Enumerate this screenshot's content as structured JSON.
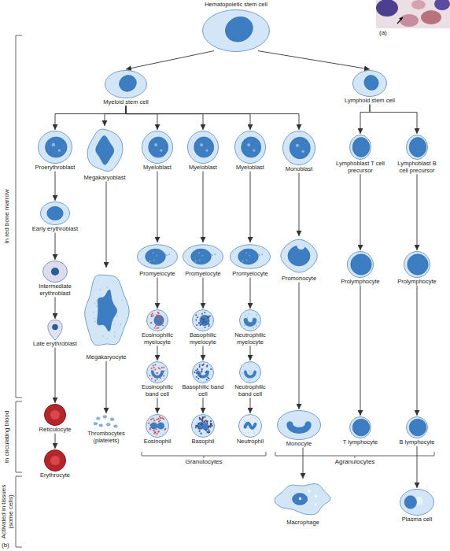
{
  "diagram": {
    "nodes": [
      {
        "text": [
          "Hematopoietic stem cell"
        ]
      },
      {
        "text": [
          "Myeloid stem cell"
        ]
      },
      {
        "text": [
          "Lymphoid stem cell"
        ]
      },
      {
        "text": [
          "Proerythroblast"
        ]
      },
      {
        "text": [
          "Megakaryoblast"
        ]
      },
      {
        "text": [
          "Myeloblast"
        ]
      },
      {
        "text": [
          "Myeloblast"
        ]
      },
      {
        "text": [
          "Myeloblast"
        ]
      },
      {
        "text": [
          "Monoblast"
        ]
      },
      {
        "text": [
          "Lymphoblast T cell precursor"
        ]
      },
      {
        "text": [
          "Lymphoblast B cell precursor"
        ]
      },
      {
        "text": [
          "Early erythroblast"
        ]
      },
      {
        "text": [
          "Intermediate erythroblast"
        ]
      },
      {
        "text": [
          "Late erythroblast"
        ]
      },
      {
        "text": [
          "Reticulocyte"
        ]
      },
      {
        "text": [
          "Erythrocyte"
        ]
      },
      {
        "text": [
          "Megakaryocyte"
        ]
      },
      {
        "text": [
          "Thrombocytes (platelets)"
        ]
      },
      {
        "text": [
          "Promyelocyte"
        ]
      },
      {
        "text": [
          "Promyelocyte"
        ]
      },
      {
        "text": [
          "Promyelocyte"
        ]
      },
      {
        "text": [
          "Eosinophilic myelocyte"
        ]
      },
      {
        "text": [
          "Basophilic myelocyte"
        ]
      },
      {
        "text": [
          "Neutrophilic myelocyte"
        ]
      },
      {
        "text": [
          "Eosinophilic band cell"
        ]
      },
      {
        "text": [
          "Basophilic band cell"
        ]
      },
      {
        "text": [
          "Neutrophilic band cell"
        ]
      },
      {
        "text": [
          "Eosinophil"
        ]
      },
      {
        "text": [
          "Basophil"
        ]
      },
      {
        "text": [
          "Neutrophil"
        ]
      },
      {
        "text": [
          "Promonocyte"
        ]
      },
      {
        "text": [
          "Prolymphocyte"
        ]
      },
      {
        "text": [
          "Prolymphocyte"
        ]
      },
      {
        "text": [
          "Monocyte"
        ]
      },
      {
        "text": [
          "T lymphocyte"
        ]
      },
      {
        "text": [
          "B lymphocyte"
        ]
      },
      {
        "text": [
          "Macrophage"
        ]
      },
      {
        "text": [
          "Plasma cell"
        ]
      }
    ],
    "edges": [
      {
        "from": 0,
        "to": 1,
        "arrow": "to"
      },
      {
        "from": 0,
        "to": 2,
        "arrow": "to"
      },
      {
        "from": 1,
        "to": 3,
        "arrow": "to"
      },
      {
        "from": 1,
        "to": 4,
        "arrow": "to"
      },
      {
        "from": 1,
        "to": 5,
        "arrow": "to"
      },
      {
        "from": 1,
        "to": 6,
        "arrow": "to"
      },
      {
        "from": 1,
        "to": 7,
        "arrow": "to"
      },
      {
        "from": 1,
        "to": 8,
        "arrow": "to"
      },
      {
        "from": 2,
        "to": 9,
        "arrow": "to"
      },
      {
        "from": 2,
        "to": 10,
        "arrow": "to"
      },
      {
        "from": 3,
        "to": 11,
        "arrow": "to"
      },
      {
        "from": 11,
        "to": 12,
        "arrow": "to"
      },
      {
        "from": 12,
        "to": 13,
        "arrow": "to"
      },
      {
        "from": 13,
        "to": 14,
        "arrow": "to"
      },
      {
        "from": 14,
        "to": 15,
        "arrow": "to"
      },
      {
        "from": 4,
        "to": 16,
        "arrow": "to"
      },
      {
        "from": 16,
        "to": 17,
        "arrow": "to"
      },
      {
        "from": 5,
        "to": 18,
        "arrow": "to"
      },
      {
        "from": 6,
        "to": 19,
        "arrow": "to"
      },
      {
        "from": 7,
        "to": 20,
        "arrow": "to"
      },
      {
        "from": 18,
        "to": 21,
        "arrow": "to"
      },
      {
        "from": 19,
        "to": 22,
        "arrow": "to"
      },
      {
        "from": 20,
        "to": 23,
        "arrow": "to"
      },
      {
        "from": 21,
        "to": 24,
        "arrow": "to"
      },
      {
        "from": 22,
        "to": 25,
        "arrow": "to"
      },
      {
        "from": 23,
        "to": 26,
        "arrow": "to"
      },
      {
        "from": 24,
        "to": 27,
        "arrow": "to"
      },
      {
        "from": 25,
        "to": 28,
        "arrow": "to"
      },
      {
        "from": 26,
        "to": 29,
        "arrow": "to"
      },
      {
        "from": 8,
        "to": 30,
        "arrow": "to"
      },
      {
        "from": 30,
        "to": 33,
        "arrow": "to"
      },
      {
        "from": 9,
        "to": 31,
        "arrow": "to"
      },
      {
        "from": 10,
        "to": 32,
        "arrow": "to"
      },
      {
        "from": 31,
        "to": 34,
        "arrow": "to"
      },
      {
        "from": 32,
        "to": 35,
        "arrow": "to"
      },
      {
        "from": 33,
        "to": 36,
        "arrow": "to"
      },
      {
        "from": 35,
        "to": 37,
        "arrow": "to"
      }
    ],
    "labels": [
      "(a)",
      "(b)",
      "In red bone marrow",
      "In circulating blood",
      "Activated in tissues (some cells)",
      "Granulocytes",
      "Agranulocytes"
    ]
  }
}
